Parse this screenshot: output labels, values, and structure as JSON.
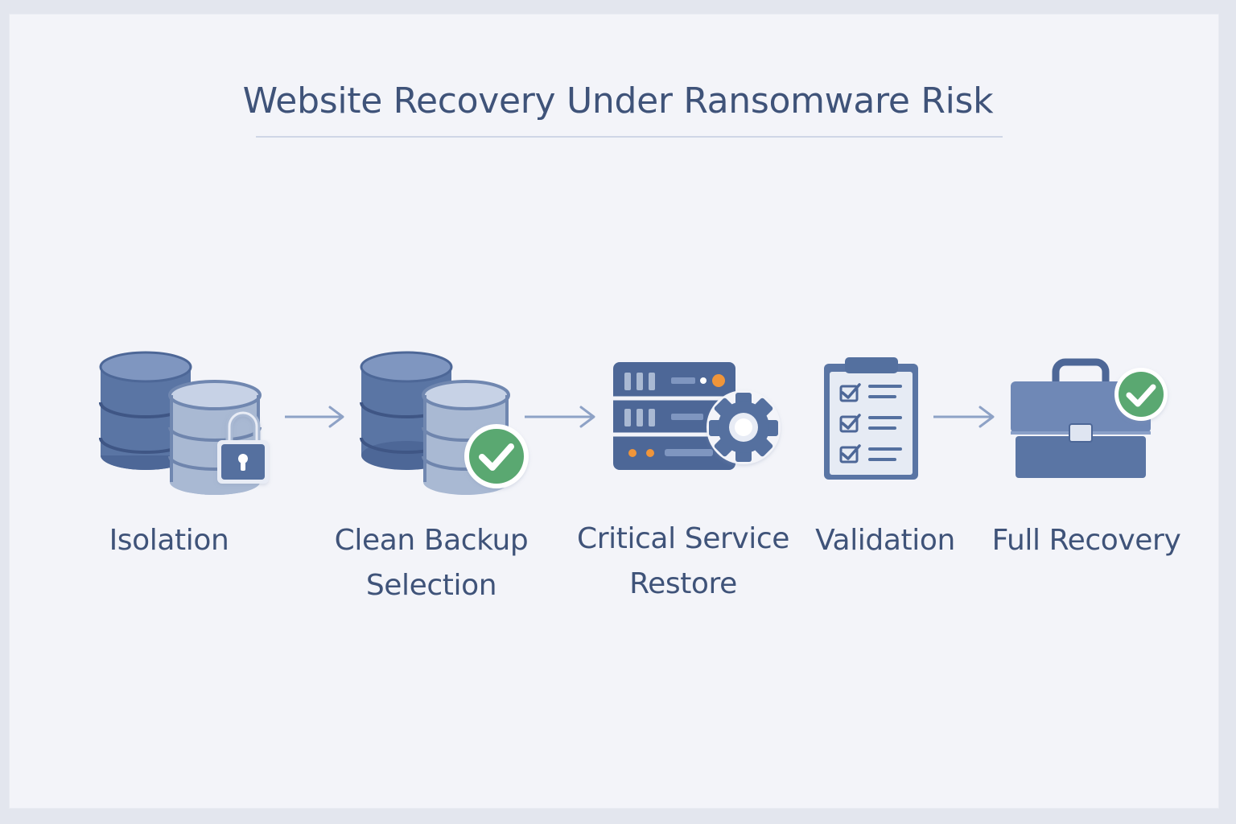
{
  "title": "Website Recovery Under Ransomware Risk",
  "steps": [
    {
      "label": "Isolation",
      "icon": "database-lock-icon"
    },
    {
      "label": "Clean Backup\nSelection",
      "icon": "database-check-icon"
    },
    {
      "label": "Critical Service\nRestore",
      "icon": "server-gear-icon"
    },
    {
      "label": "Validation",
      "icon": "clipboard-checklist-icon"
    },
    {
      "label": "Full Recovery",
      "icon": "briefcase-check-icon"
    }
  ],
  "colors": {
    "primary_blue": "#54709f",
    "light_blue": "#a9b9d3",
    "accent_green": "#5aa871",
    "accent_orange": "#f0953a",
    "text": "#3f5379"
  }
}
